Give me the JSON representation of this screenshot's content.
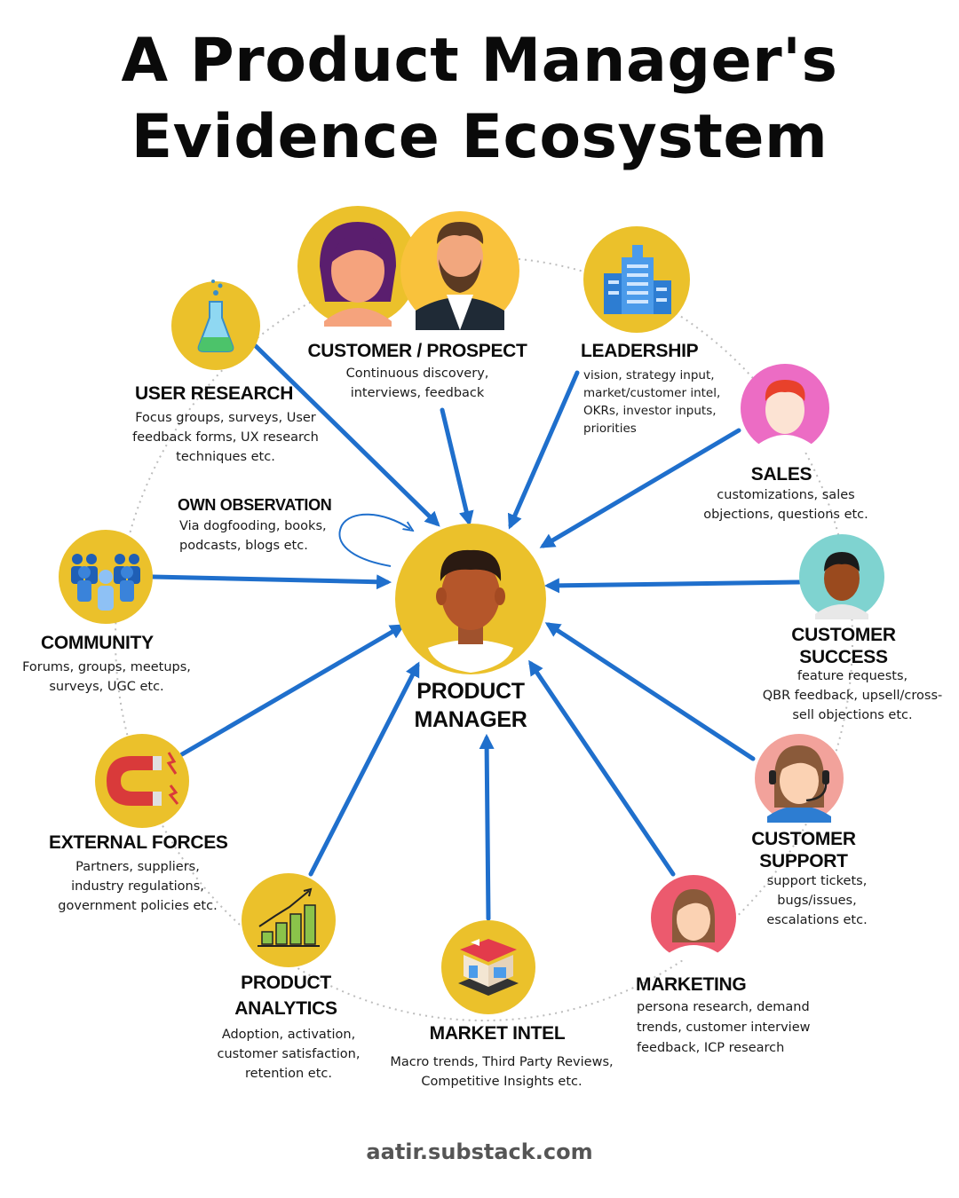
{
  "title": {
    "line1": "A Product Manager's",
    "line2": "Evidence Ecosystem"
  },
  "center": {
    "label_line1": "PRODUCT",
    "label_line2": "MANAGER",
    "icon": "product-manager-avatar-icon"
  },
  "nodes": {
    "customer_prospect": {
      "label": "CUSTOMER / PROSPECT",
      "desc_line1": "Continuous discovery,",
      "desc_line2": "interviews, feedback",
      "icon": "customer-prospect-avatars-icon"
    },
    "leadership": {
      "label": "LEADERSHIP",
      "desc_line1": "vision, strategy input,",
      "desc_line2": "market/customer intel,",
      "desc_line3": "OKRs, investor inputs,",
      "desc_line4": "priorities",
      "icon": "office-building-icon"
    },
    "user_research": {
      "label": "USER RESEARCH",
      "desc_line1": "Focus groups, surveys, User",
      "desc_line2": "feedback forms, UX research",
      "desc_line3": "techniques etc.",
      "icon": "flask-icon"
    },
    "sales": {
      "label": "SALES",
      "desc_line1": "customizations, sales",
      "desc_line2": "objections, questions etc.",
      "icon": "sales-person-avatar-icon"
    },
    "own_observation": {
      "label": "OWN OBSERVATION",
      "desc_line1": "Via dogfooding, books,",
      "desc_line2": "podcasts, blogs etc.",
      "icon": "loop-arrow-icon"
    },
    "community": {
      "label": "COMMUNITY",
      "desc_line1": "Forums, groups, meetups,",
      "desc_line2": "surveys, UGC etc.",
      "icon": "crowd-icon"
    },
    "customer_success": {
      "label_line1": "CUSTOMER",
      "label_line2": "SUCCESS",
      "desc_line1": "feature requests,",
      "desc_line2": "QBR feedback, upsell/cross-",
      "desc_line3": "sell objections etc.",
      "icon": "customer-success-avatar-icon"
    },
    "external_forces": {
      "label": "EXTERNAL FORCES",
      "desc_line1": "Partners, suppliers,",
      "desc_line2": "industry regulations,",
      "desc_line3": "government policies etc.",
      "icon": "magnet-icon"
    },
    "customer_support": {
      "label_line1": "CUSTOMER",
      "label_line2": "SUPPORT",
      "desc_line1": "support tickets,",
      "desc_line2": "bugs/issues,",
      "desc_line3": "escalations etc.",
      "icon": "headset-agent-avatar-icon"
    },
    "product_analytics": {
      "label_line1": "PRODUCT",
      "label_line2": "ANALYTICS",
      "desc_line1": "Adoption, activation,",
      "desc_line2": "customer satisfaction,",
      "desc_line3": "retention etc.",
      "icon": "growth-chart-icon"
    },
    "market_intel": {
      "label": "MARKET INTEL",
      "desc_line1": "Macro trends, Third Party Reviews,",
      "desc_line2": "Competitive Insights etc.",
      "icon": "storefront-icon"
    },
    "marketing": {
      "label": "MARKETING",
      "desc_line1": "persona research, demand",
      "desc_line2": "trends, customer interview",
      "desc_line3": "feedback, ICP research",
      "icon": "marketing-person-avatar-icon"
    }
  },
  "footer": "aatir.substack.com",
  "colors": {
    "yellow": "#EBC12B",
    "arrow_blue": "#1F6FCC",
    "pink": "#EC6CC4",
    "teal": "#7FD3D0",
    "salmon": "#F2A29B",
    "coral": "#EC5A6E",
    "ring_gray": "#BDBDBD"
  }
}
